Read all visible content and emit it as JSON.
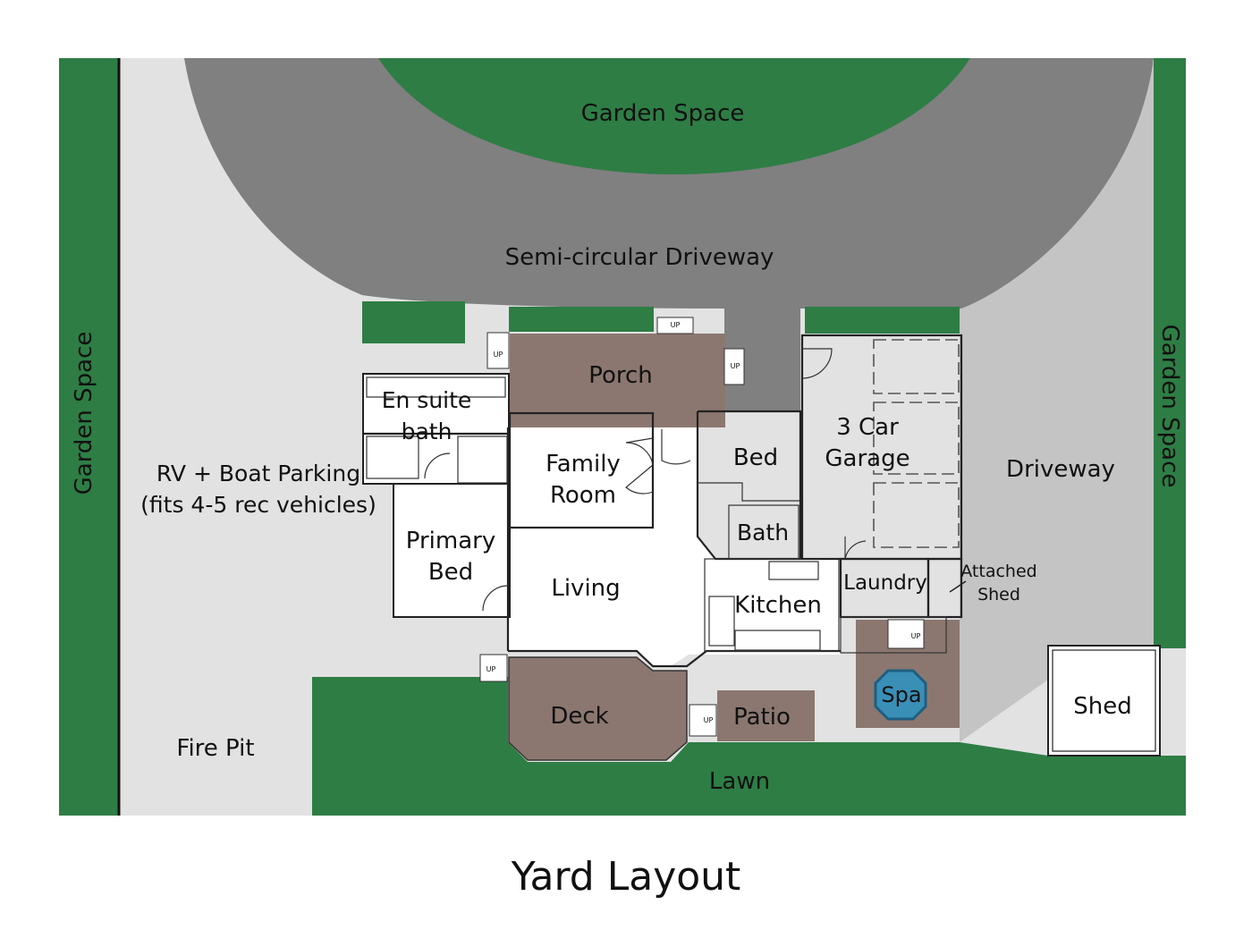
{
  "title": "Yard Layout",
  "labels": {
    "garden_top": "Garden Space",
    "driveway_semi": "Semi-circular Driveway",
    "garden_left": "Garden Space",
    "garden_right": "Garden Space",
    "rv_line1": "RV + Boat Parking",
    "rv_line2": "(fits 4-5 rec vehicles)",
    "porch": "Porch",
    "ensuite_line1": "En suite",
    "ensuite_line2": "bath",
    "family_line1": "Family",
    "family_line2": "Room",
    "bed": "Bed",
    "garage_line1": "3 Car",
    "garage_line2": "Garage",
    "driveway_right": "Driveway",
    "primary_line1": "Primary",
    "primary_line2": "Bed",
    "bath": "Bath",
    "living": "Living",
    "kitchen": "Kitchen",
    "laundry": "Laundry",
    "attached_line1": "Attached",
    "attached_line2": "Shed",
    "deck": "Deck",
    "patio": "Patio",
    "spa": "Spa",
    "shed": "Shed",
    "fire_pit": "Fire Pit",
    "lawn": "Lawn",
    "stairs_up": "UP"
  },
  "colors": {
    "green": "#2e7d45",
    "asphalt": "#808080",
    "gravel": "#e2e2e2",
    "driveway_right": "#c4c4c4",
    "porch": "#8b7770",
    "spa": "#3a8fb7"
  }
}
